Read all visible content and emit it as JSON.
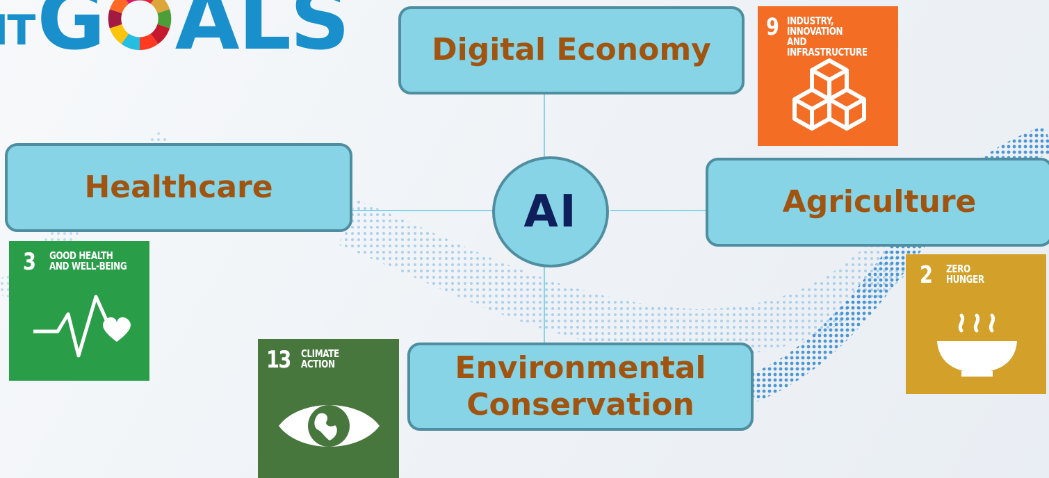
{
  "logo": {
    "prefix": "IT",
    "word_start": "G",
    "word_end": "ALS"
  },
  "center": {
    "label": "AI"
  },
  "boxes": {
    "digital_economy": "Digital Economy",
    "healthcare": "Healthcare",
    "agriculture": "Agriculture",
    "environmental": "Environmental\nConservation"
  },
  "sdg_tiles": {
    "sdg9": {
      "number": "9",
      "label": "INDUSTRY, INNOVATION\nAND INFRASTRUCTURE",
      "color": "#f36d25",
      "icon": "cubes-icon"
    },
    "sdg3": {
      "number": "3",
      "label": "GOOD HEALTH\nAND WELL-BEING",
      "color": "#2a9d48",
      "icon": "heartbeat-icon"
    },
    "sdg2": {
      "number": "2",
      "label": "ZERO\nHUNGER",
      "color": "#d3a029",
      "icon": "bowl-icon"
    },
    "sdg13": {
      "number": "13",
      "label": "CLIMATE\nACTION",
      "color": "#48773e",
      "icon": "eye-globe-icon"
    }
  },
  "colors": {
    "box_fill": "#86d4e6",
    "box_border": "#4f8da0",
    "box_text": "#a0540f",
    "ai_text": "#0e1f5b",
    "logo": "#1990cc"
  }
}
